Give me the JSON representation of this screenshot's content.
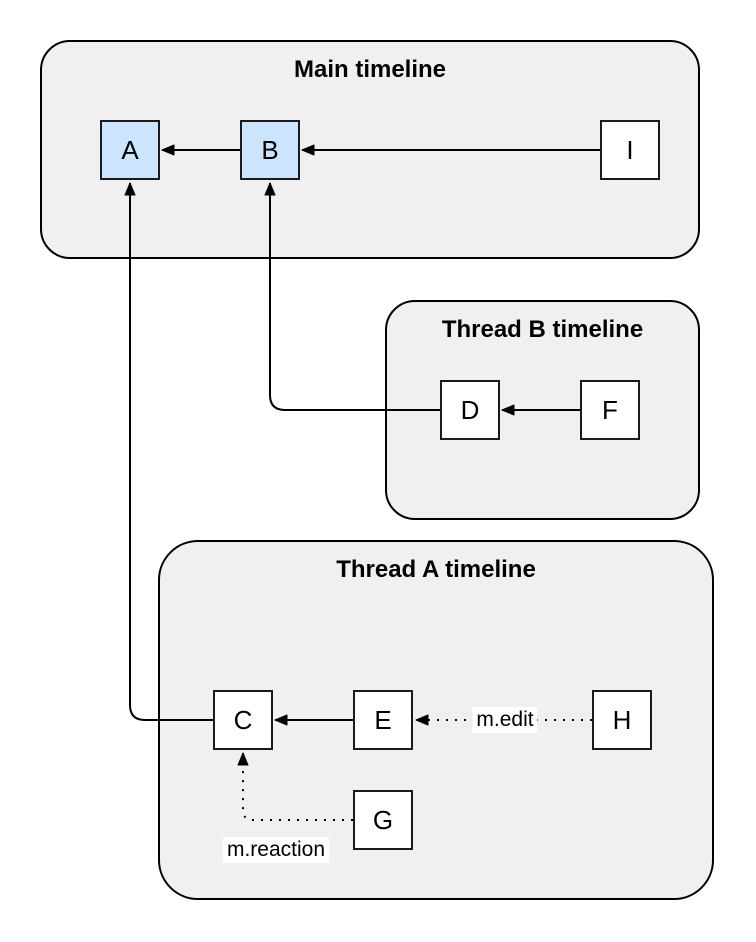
{
  "groups": {
    "main": {
      "title": "Main timeline"
    },
    "thread_b": {
      "title": "Thread B timeline"
    },
    "thread_a": {
      "title": "Thread A timeline"
    }
  },
  "nodes": {
    "a": {
      "label": "A",
      "highlighted": true
    },
    "b": {
      "label": "B",
      "highlighted": true
    },
    "i": {
      "label": "I",
      "highlighted": false
    },
    "d": {
      "label": "D",
      "highlighted": false
    },
    "f": {
      "label": "F",
      "highlighted": false
    },
    "c": {
      "label": "C",
      "highlighted": false
    },
    "e": {
      "label": "E",
      "highlighted": false
    },
    "h": {
      "label": "H",
      "highlighted": false
    },
    "g": {
      "label": "G",
      "highlighted": false
    }
  },
  "edges": [
    {
      "from": "B",
      "to": "A",
      "style": "solid",
      "label": ""
    },
    {
      "from": "I",
      "to": "B",
      "style": "solid",
      "label": ""
    },
    {
      "from": "F",
      "to": "D",
      "style": "solid",
      "label": ""
    },
    {
      "from": "E",
      "to": "C",
      "style": "solid",
      "label": ""
    },
    {
      "from": "D",
      "to": "B",
      "style": "solid",
      "label": ""
    },
    {
      "from": "C",
      "to": "A",
      "style": "solid",
      "label": ""
    },
    {
      "from": "H",
      "to": "E",
      "style": "dotted",
      "label": "m.edit"
    },
    {
      "from": "G",
      "to": "C",
      "style": "dotted",
      "label": "m.reaction"
    }
  ],
  "colors": {
    "group_fill": "#f0f0f0",
    "node_fill": "#ffffff",
    "node_highlight_fill": "#cce5ff",
    "stroke": "#000000"
  }
}
